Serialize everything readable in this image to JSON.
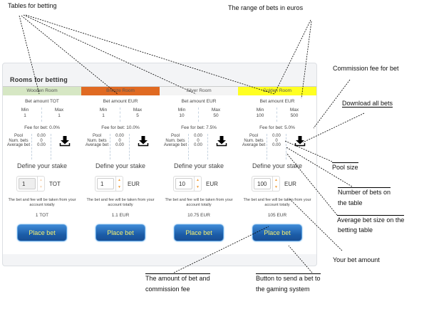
{
  "panel": {
    "title": "Rooms for betting",
    "stats_labels": {
      "pool": "Pool",
      "num_bets": "Num. bets",
      "average_bet": "Average bet"
    },
    "define_stake": "Define your stake",
    "note": "The bet and fee will be taken from your account totally",
    "button_label": "Place bet",
    "min_label": "Min",
    "max_label": "Max"
  },
  "rooms": [
    {
      "name": "Wooden Room",
      "header_color": "#d6e7c4",
      "amount_label": "Bet amount TOT",
      "min": "1",
      "max": "1",
      "fee": "Fee for bet: 0.0%",
      "pool": "0.00",
      "num_bets": "0",
      "average_bet": "0.00",
      "stake": "1",
      "currency": "TOT",
      "total": "1 TOT",
      "stake_disabled": true
    },
    {
      "name": "Bronze Room",
      "header_color": "#e06a22",
      "amount_label": "Bet amount EUR",
      "min": "1",
      "max": "5",
      "fee": "Fee for bet: 10.0%",
      "pool": "0.00",
      "num_bets": "0",
      "average_bet": "0.00",
      "stake": "1",
      "currency": "EUR",
      "total": "1.1 EUR",
      "stake_disabled": false
    },
    {
      "name": "Silver Room",
      "header_color": "#f4f4f4",
      "amount_label": "Bet amount EUR",
      "min": "10",
      "max": "50",
      "fee": "Fee for bet: 7.5%",
      "pool": "0.00",
      "num_bets": "0",
      "average_bet": "0.00",
      "stake": "10",
      "currency": "EUR",
      "total": "10.75 EUR",
      "stake_disabled": false
    },
    {
      "name": "Golden Room",
      "header_color": "#ffff22",
      "amount_label": "Bet amount EUR",
      "min": "100",
      "max": "500",
      "fee": "Fee for bet: 5.0%",
      "pool": "0.00",
      "num_bets": "0",
      "average_bet": "0.00",
      "stake": "100",
      "currency": "EUR",
      "total": "105 EUR",
      "stake_disabled": false
    }
  ],
  "annotations": {
    "tables": "Tables for betting",
    "range": "The range of bets in euros",
    "commission": "Commission fee for  bet",
    "download": "Download all bets",
    "pool_size": "Pool size",
    "num_bets_1": "Number of bets on",
    "num_bets_2": "the table",
    "avg_1": "Average bet size on the",
    "avg_2": "betting table",
    "your_bet": "Your bet amount",
    "amount_fee_1": "The amount of bet and",
    "amount_fee_2": "commission fee",
    "button_1": "Button to send a bet to",
    "button_2": "the gaming system"
  },
  "colors": {
    "button_text": "#f5f070",
    "button_bg": "#1c5da8"
  }
}
